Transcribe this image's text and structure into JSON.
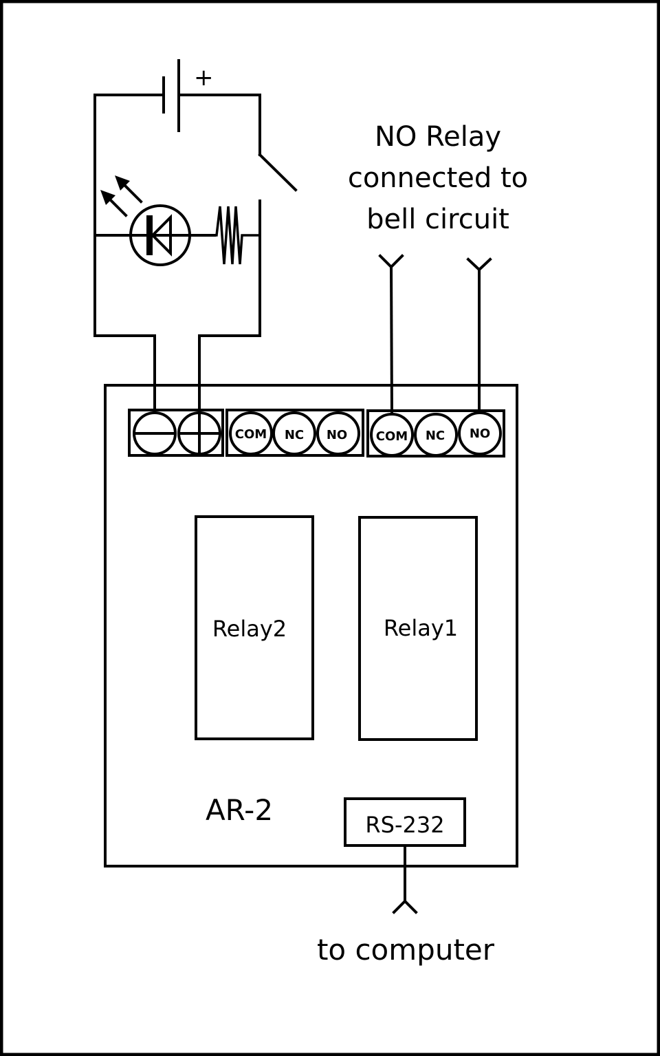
{
  "title": "NO Relay connected to bell circuit",
  "labels": {
    "heading_line1": "NO Relay",
    "heading_line2": "connected to",
    "heading_line3": "bell circuit",
    "relay2": "Relay2",
    "relay1": "Relay1",
    "board": "AR-2",
    "rs232": "RS-232",
    "to_computer": "to computer",
    "battery_plus": "+"
  },
  "terminals": {
    "power": [
      "−",
      "+"
    ],
    "relay2": [
      "COM",
      "NC",
      "NO"
    ],
    "relay1": [
      "COM",
      "NC",
      "NO"
    ]
  },
  "components": [
    "battery",
    "switch",
    "led",
    "resistor",
    "ar-2-board",
    "relay1",
    "relay2",
    "rs-232-port"
  ],
  "colors": {
    "line": "#000000",
    "background": "#ffffff"
  }
}
